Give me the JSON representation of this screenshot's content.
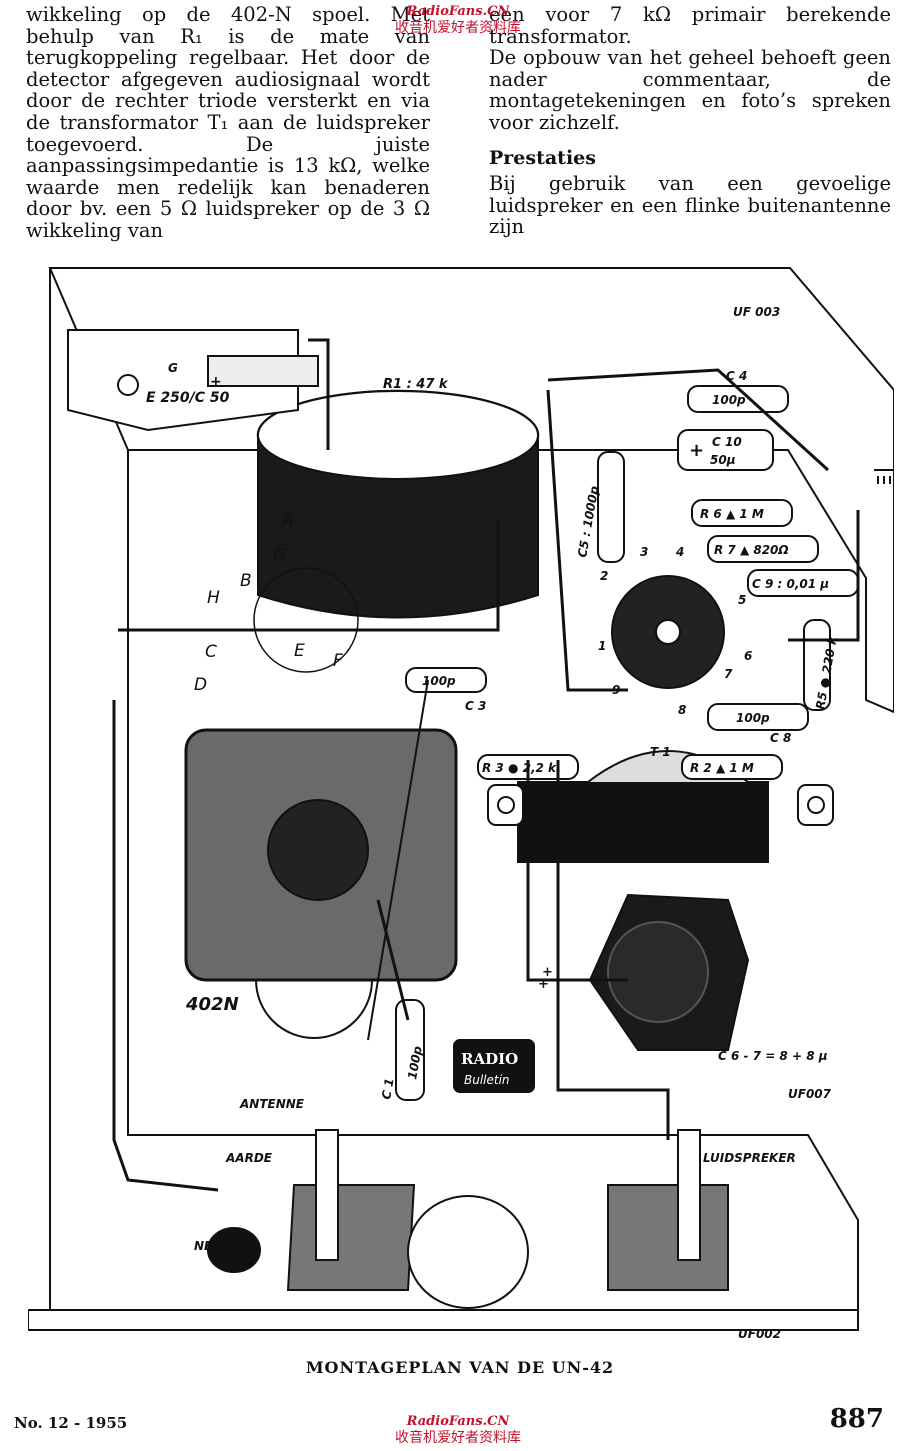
{
  "article": {
    "left_column": "wikkeling op de 402-N spoel. Met behulp van R₁ is de mate van terugkoppeling regelbaar. Het door de detector afgegeven audiosignaal wordt door de rechter triode versterkt en via de transformator T₁ aan de luidspreker toegevoerd. De juiste aanpassingsimpedantie is 13 kΩ, welke waarde men redelijk kan benaderen door bv. een 5 Ω luidspreker op de 3 Ω wikkeling van",
    "right_column_top": "een voor 7 kΩ primair berekende transformator.",
    "right_column_para": "De opbouw van het geheel behoeft geen nader commentaar, de montagetekeningen en foto’s spreken voor zichzelf.",
    "section_heading": "Prestaties",
    "right_column_bottom": "Bij gebruik van een gevoelige luidspreker en een flinke buitenantenne zijn"
  },
  "watermark": {
    "site": "RadioFans.CN",
    "chinese": "收音机爱好者资料库"
  },
  "diagram": {
    "chassis_codes": [
      "UF 003",
      "UF007",
      "UF002"
    ],
    "capacitor_block": {
      "top_label": "G",
      "plus": "+",
      "value": "E 250/C 50"
    },
    "potentiometer": "R1 : 47 k",
    "tube_pins": [
      "A",
      "G",
      "B",
      "H",
      "C",
      "E",
      "F",
      "D"
    ],
    "socket_pins": [
      "1",
      "2",
      "3",
      "4",
      "5",
      "6",
      "7",
      "8",
      "9"
    ],
    "components": {
      "c4": "C 4",
      "c4_value": "100p",
      "c10": "C 10",
      "c10_value": "50μ",
      "c5": "C5 : 1000p",
      "r6": "R 6 ▲ 1 M",
      "r7": "R 7 ▲ 820Ω",
      "c9": "C 9 : 0,01 μ",
      "r5": "R5 ● 220 k",
      "c3": "C 3",
      "c3_value": "100p",
      "c8": "C 8",
      "c8_value": "100p",
      "r3": "R 3 ● 2,2 k",
      "r2": "R 2 ▲ 1 M",
      "t1": "T 1",
      "c1": "C 1",
      "c1_value": "100p",
      "c67": "C 6 - 7 = 8 + 8 μ"
    },
    "plus_signs": [
      "+",
      "+",
      "+"
    ],
    "coil": "402N",
    "logo": {
      "line1": "RADIO",
      "line2": "Bulletin"
    },
    "terminals": {
      "antenne": "ANTENNE",
      "aarde": "AARDE",
      "net": "NET",
      "luidspreker": "LUIDSPREKER"
    }
  },
  "caption": "MONTAGEPLAN VAN DE UN-42",
  "footer": {
    "issue": "No. 12 - 1955",
    "page_number": "887"
  }
}
